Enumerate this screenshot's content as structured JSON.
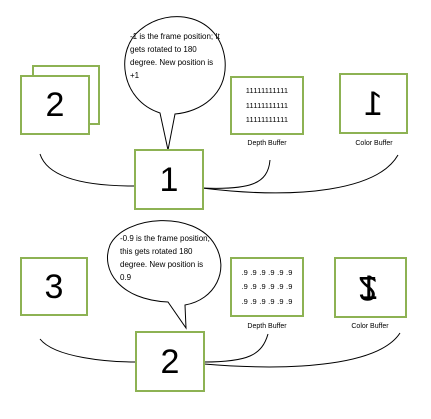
{
  "top": {
    "stack_front_number": "2",
    "frame_number": "1",
    "bubble_text": "-1 is the frame position; It gets rotated to 180 degree. New position is +1",
    "depth_rows": [
      "11111111111",
      "11111111111",
      "11111111111"
    ],
    "depth_label": "Depth Buffer",
    "color_value": "1",
    "color_label": "Color Buffer"
  },
  "bottom": {
    "left_number": "3",
    "frame_number": "2",
    "bubble_text": "-0.9 is the frame position, this gets rotated 180 degree. New position is 0.9",
    "depth_rows": [
      ".9 .9 .9 .9 .9 .9",
      ".9 .9 .9 .9 .9 .9",
      ".9 .9 .9 .9 .9 .9"
    ],
    "depth_label": "Depth Buffer",
    "color_value": "2",
    "color_ghost": "1",
    "color_label": "Color Buffer"
  },
  "colors": {
    "box_border": "#8db253",
    "line": "#000000"
  }
}
